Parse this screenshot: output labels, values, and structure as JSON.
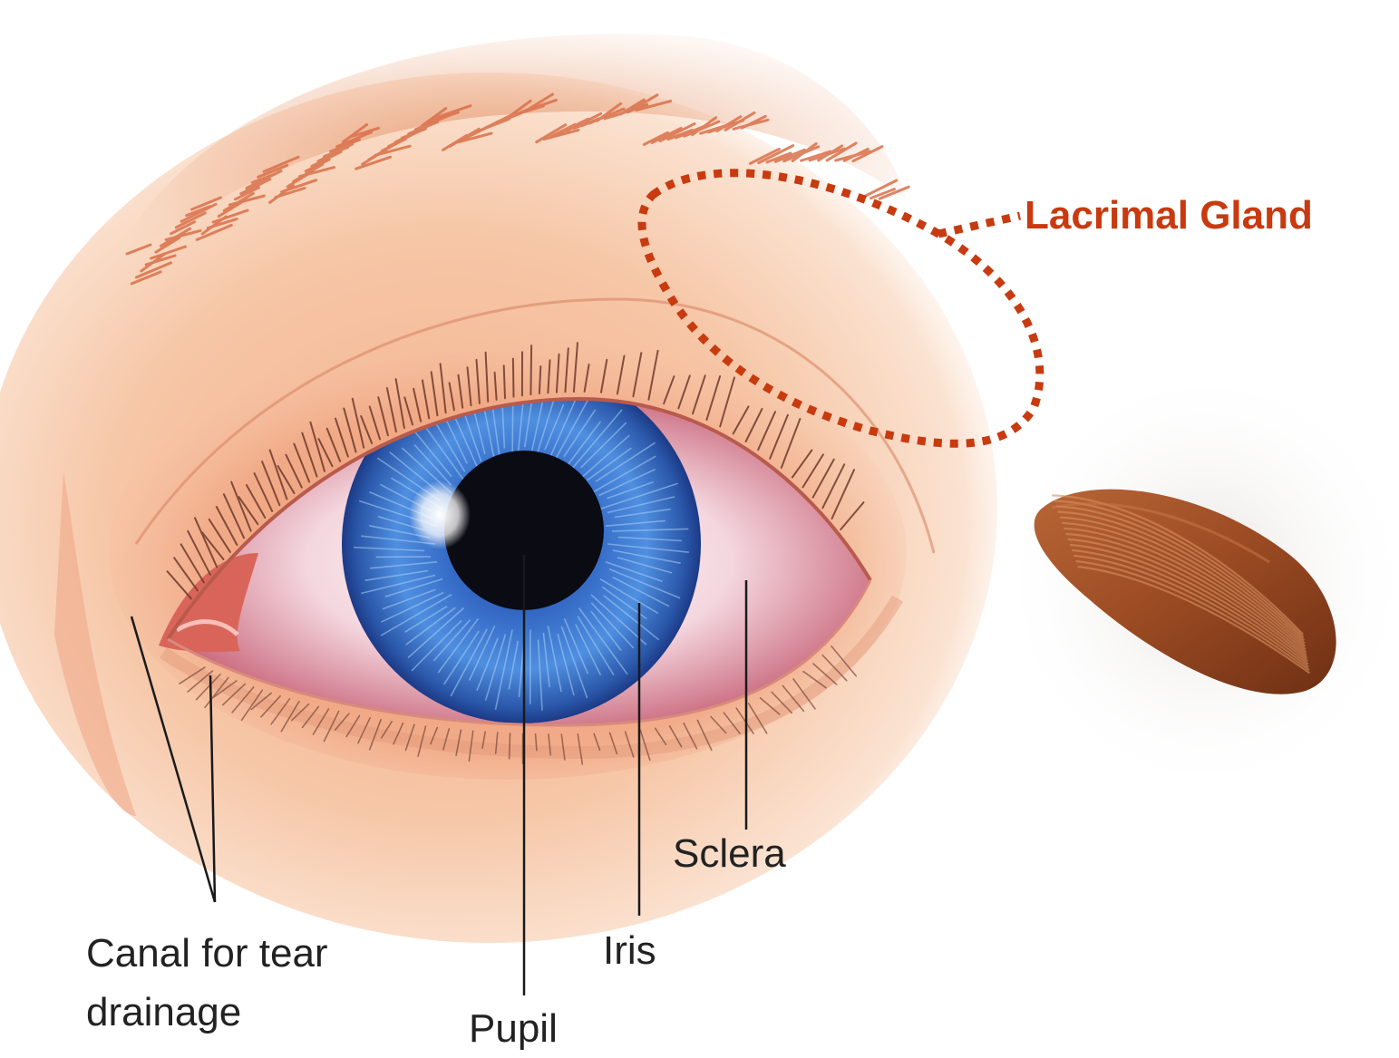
{
  "labels": {
    "lacrimal_gland": "Lacrimal Gland",
    "sclera": "Sclera",
    "iris": "Iris",
    "pupil": "Pupil",
    "canal_line1": "Canal for tear",
    "canal_line2": "drainage"
  },
  "colors": {
    "highlight": "#c83a10",
    "label_text": "#222222",
    "leader_lines": "#1a1a1a",
    "skin": "#f2b48f",
    "iris": "#3b7fd0",
    "pupil": "#0b0b14",
    "almond": "#9a4a22"
  }
}
